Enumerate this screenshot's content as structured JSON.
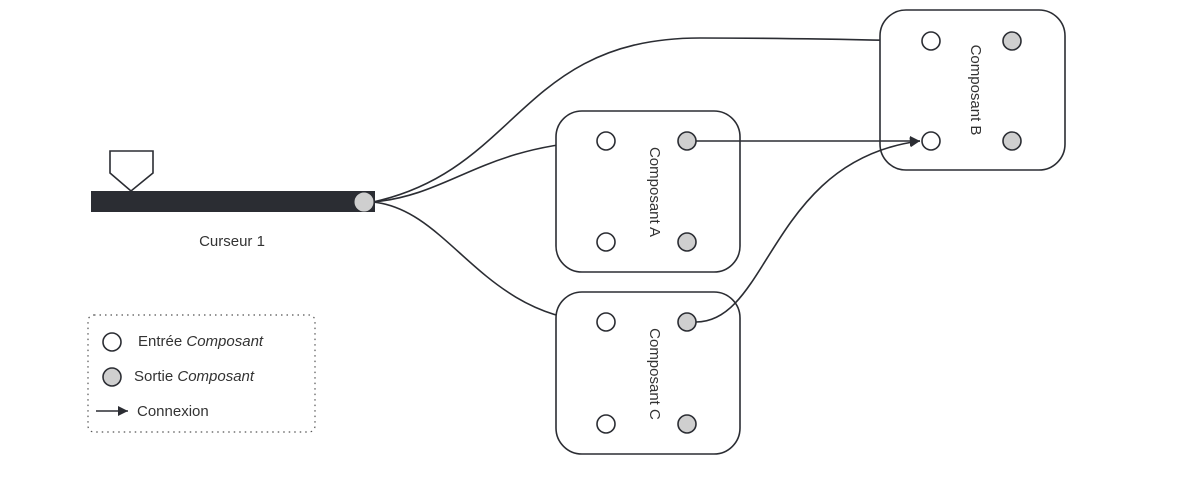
{
  "cursor": {
    "label": "Curseur 1"
  },
  "components": [
    {
      "id": "A",
      "label": "Composant A"
    },
    {
      "id": "B",
      "label": "Composant B"
    },
    {
      "id": "C",
      "label": "Composant C"
    }
  ],
  "legend": {
    "input": {
      "prefix": "Entrée ",
      "emph": "Composant"
    },
    "output": {
      "prefix": "Sortie ",
      "emph": "Composant"
    },
    "connection": {
      "label": "Connexion"
    }
  },
  "colors": {
    "line": "#2b2d33",
    "output_fill": "#cfcfcf",
    "input_fill": "#ffffff"
  }
}
